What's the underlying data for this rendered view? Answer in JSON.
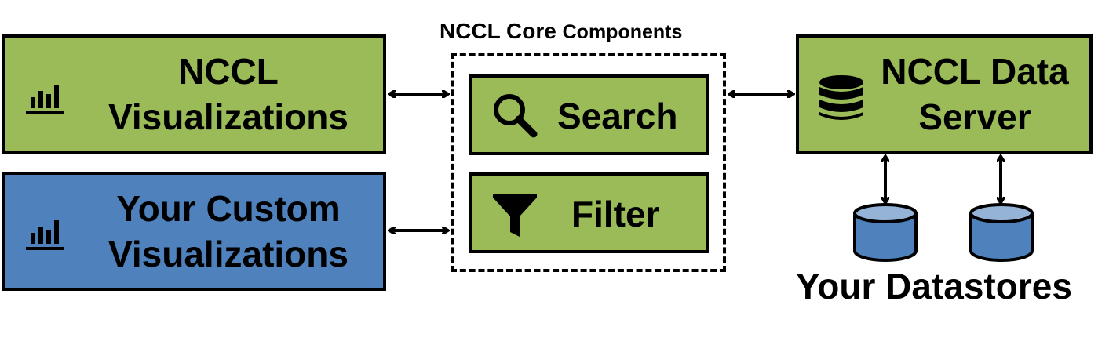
{
  "diagram": {
    "core_title": "NCCL Core",
    "core_title_small": "Components",
    "nccl_vis_line1": "NCCL",
    "nccl_vis_line2": "Visualizations",
    "custom_vis_line1": "Your Custom",
    "custom_vis_line2": "Visualizations",
    "search_label": "Search",
    "filter_label": "Filter",
    "server_line1": "NCCL Data",
    "server_line2": "Server",
    "datastores_label": "Your Datastores"
  },
  "colors": {
    "green": "#9bbb59",
    "blue": "#4f81bd",
    "outline": "#000000"
  },
  "icons": [
    "bar-chart-icon",
    "search-icon",
    "filter-icon",
    "database-icon",
    "datastore-cylinder-icon"
  ]
}
